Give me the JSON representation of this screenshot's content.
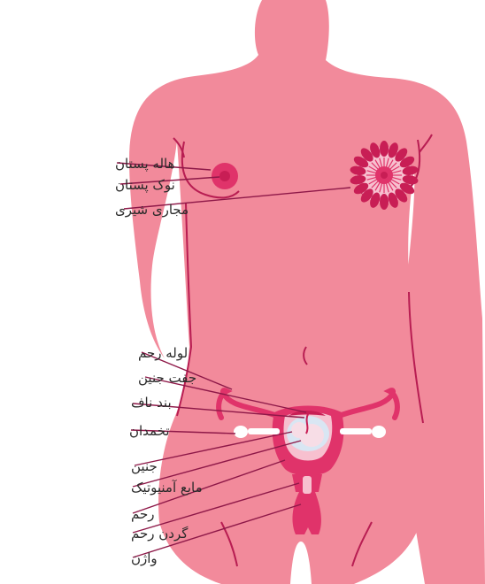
{
  "colors": {
    "body": "#f28a9b",
    "outline": "#b81d52",
    "organ": "#e0336a",
    "organ_dark": "#c81e55",
    "inner_light": "#f7c0cf",
    "amniotic": "#d9e6f3",
    "fetus": "#f7dde6",
    "leader": "#8e1848",
    "text": "#2a2a2a"
  },
  "labels": [
    {
      "id": "areola",
      "text": "هاله پستان"
    },
    {
      "id": "nipple",
      "text": "نوک پستان"
    },
    {
      "id": "milk_ducts",
      "text": "مجاری شیری"
    },
    {
      "id": "fallopian_tube",
      "text": "لوله رحم"
    },
    {
      "id": "placenta",
      "text": "جفت جنین"
    },
    {
      "id": "umbilical_cord",
      "text": "بند ناف"
    },
    {
      "id": "ovary",
      "text": "تخمدان"
    },
    {
      "id": "fetus",
      "text": "جنین"
    },
    {
      "id": "amniotic_fluid",
      "text": "مایع آمنیوتیک"
    },
    {
      "id": "uterus",
      "text": "رحم"
    },
    {
      "id": "cervix",
      "text": "گردن رحم"
    },
    {
      "id": "vagina",
      "text": "واژن"
    }
  ]
}
